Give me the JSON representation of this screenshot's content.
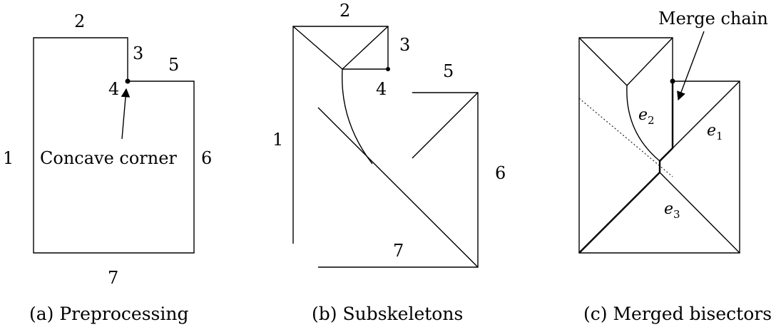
{
  "panel_a": {
    "edge_labels": [
      "1",
      "2",
      "3",
      "4",
      "5",
      "6",
      "7"
    ],
    "annotation": "Concave corner",
    "caption": "(a) Preprocessing"
  },
  "panel_b": {
    "edge_labels": [
      "1",
      "2",
      "3",
      "4",
      "5",
      "6",
      "7"
    ],
    "caption": "(b) Subskeletons"
  },
  "panel_c": {
    "annotation": "Merge chain",
    "edge_labels": {
      "e1": "e",
      "e1_sub": "1",
      "e2": "e",
      "e2_sub": "2",
      "e3": "e",
      "e3_sub": "3"
    },
    "caption": "(c) Merged bisectors"
  }
}
